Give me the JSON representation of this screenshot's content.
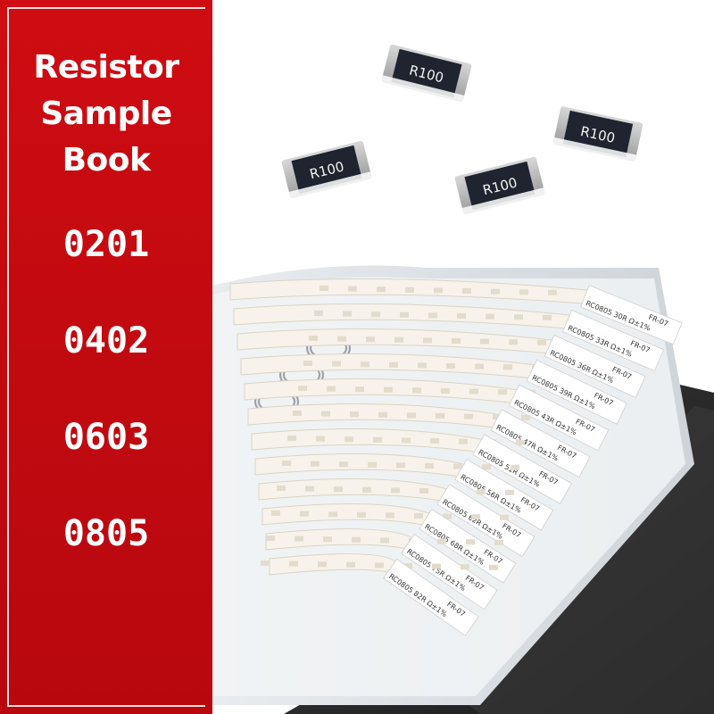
{
  "title": {
    "line1": "Resistor",
    "line2": "Sample",
    "line3": "Book"
  },
  "package_sizes": [
    "0201",
    "0402",
    "0603",
    "0805"
  ],
  "chip_marking": "R100",
  "strip_labels": [
    {
      "part": "RC0805 30R Ω±1%",
      "series": "FR-07"
    },
    {
      "part": "RC0805 33R Ω±1%",
      "series": "FR-07"
    },
    {
      "part": "RC0805 36R Ω±1%",
      "series": "FR-07"
    },
    {
      "part": "RC0805 39R Ω±1%",
      "series": "FR-07"
    },
    {
      "part": "RC0805 43R Ω±1%",
      "series": "FR-07"
    },
    {
      "part": "RC0805 47R Ω±1%",
      "series": "FR-07"
    },
    {
      "part": "RC0805 51R Ω±1%",
      "series": "FR-07"
    },
    {
      "part": "RC0805 56R Ω±1%",
      "series": "FR-07"
    },
    {
      "part": "RC0805 62R Ω±1%",
      "series": "FR-07"
    },
    {
      "part": "RC0805 68R Ω±1%",
      "series": "FR-07"
    },
    {
      "part": "RC0805 75R Ω±1%",
      "series": "FR-07"
    },
    {
      "part": "RC0805 82R Ω±1%",
      "series": "FR-07"
    }
  ],
  "colors": {
    "panel_red": "#c70b11",
    "text_white": "#ffffff",
    "cover_black": "#2a2a2a"
  }
}
